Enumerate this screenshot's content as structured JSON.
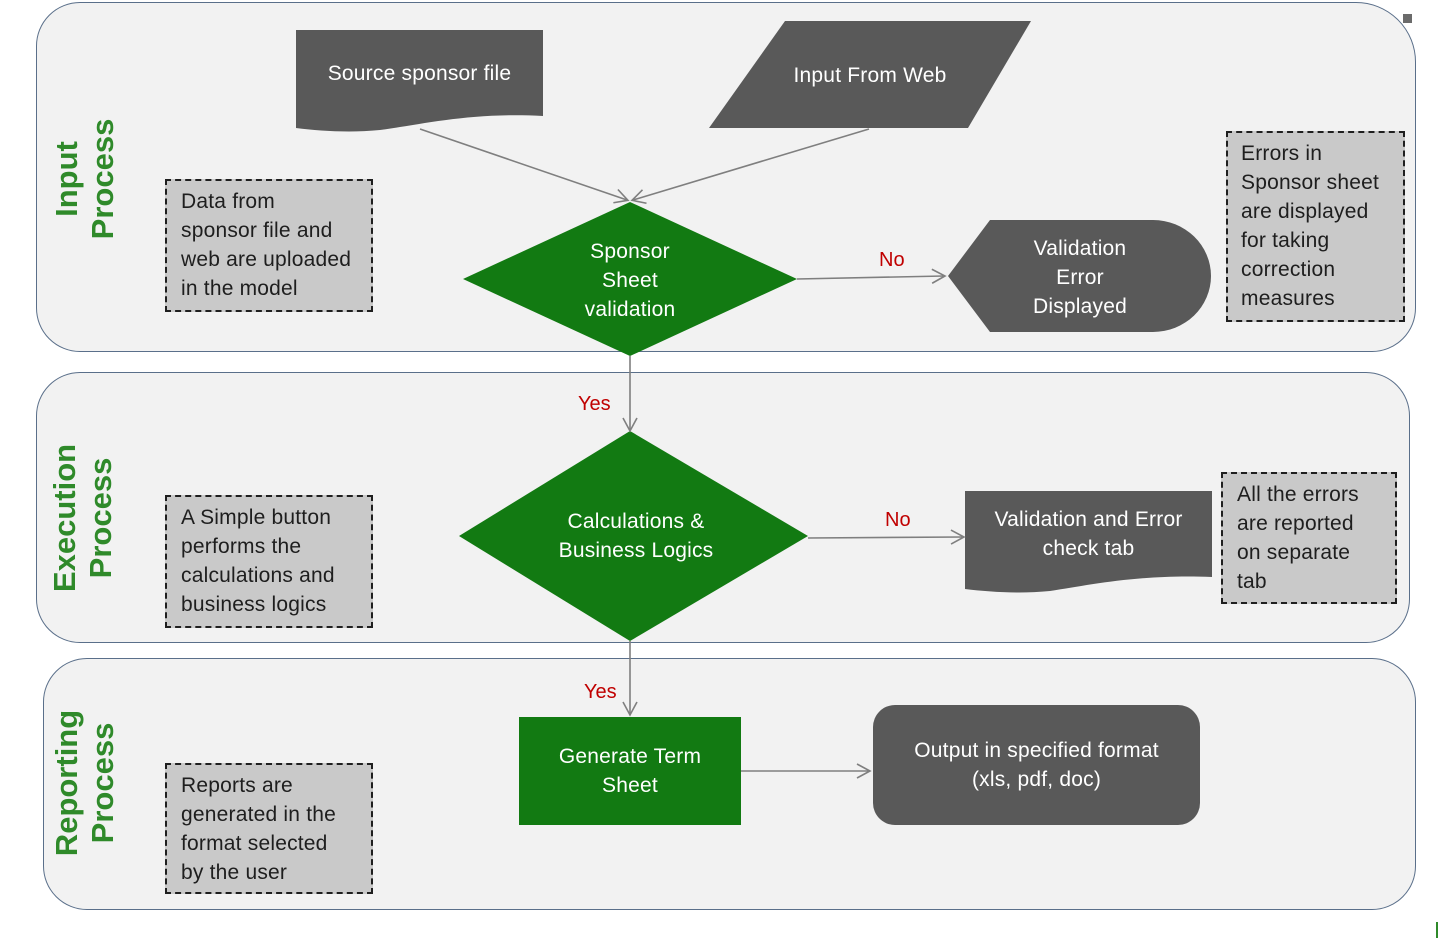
{
  "lanes": {
    "input": {
      "title_line1": "Input",
      "title_line2": "Process"
    },
    "execution": {
      "title_line1": "Execution",
      "title_line2": "Process"
    },
    "reporting": {
      "title_line1": "Reporting",
      "title_line2": "Process"
    }
  },
  "nodes": {
    "source_file": "Source sponsor file",
    "input_web": "Input From Web",
    "sponsor_validation": "Sponsor\nSheet\nvalidation",
    "validation_error": "Validation\nError\nDisplayed",
    "calculations": "Calculations &\nBusiness Logics",
    "validation_tab": "Validation and Error\ncheck tab",
    "generate_term": "Generate Term\nSheet",
    "output_format": "Output in specified format\n(xls, pdf, doc)"
  },
  "notes": {
    "input": "Data from\nsponsor file and\nweb are uploaded\nin the model",
    "execution": "A Simple button\nperforms the\ncalculations  and\nbusiness logics",
    "reporting": "Reports are\ngenerated in the\nformat selected\nby the user",
    "errors_sponsor": "Errors in\nSponsor sheet\nare displayed\nfor  taking\ncorrection\nmeasures",
    "errors_tab": "All the errors\nare reported\non separate\ntab"
  },
  "edge_labels": {
    "no_1": "No",
    "yes_1": "Yes",
    "no_2": "No",
    "yes_2": "Yes"
  },
  "colors": {
    "green": "#127a12",
    "dark_gray": "#595959",
    "lane_fill": "#f2f2f2",
    "lane_border": "#5a6f8a",
    "lane_title": "#2f8a2a",
    "edge_label": "#c00000",
    "arrow": "#7f7f7f"
  }
}
